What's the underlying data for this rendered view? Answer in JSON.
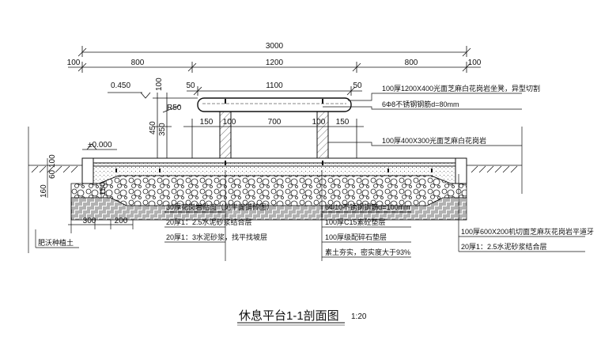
{
  "dimensions": {
    "total": "3000",
    "left_margin": "100",
    "right_margin": "100",
    "left_span": "800",
    "mid_span": "1200",
    "right_span": "800",
    "seat_width": "1100",
    "seat_overhang_left": "50",
    "seat_overhang_right": "50",
    "level_top": "0.450",
    "level_top_gap": "100",
    "radius": "R50",
    "height_450": "450",
    "height_350": "350",
    "level_zero": "±0.000",
    "leg_left": "150",
    "leg_left_inner": "100",
    "leg_gap": "700",
    "leg_right_inner": "100",
    "leg_right": "150",
    "base_left_1": "160",
    "base_left_2": "60",
    "base_left_3": "100",
    "base_left_4": "150",
    "bottom_300": "300",
    "bottom_200": "200"
  },
  "notes": {
    "seat_slab": "100厚1200X400光面芝麻白花岗岩坐凳，异型切割",
    "rebar_seat": "6Φ8不锈钢钢筋d=80mm",
    "leg_stone": "100厚400X300光面芝麻白花岗岩",
    "paving": "30厚花岗岩贴面（见平面铺砖图）",
    "mortar_left": "20厚1：2.5水泥砂浆结合层",
    "leveling": "20厚1：3水泥砂浆，找平找坡层",
    "rebar_base": "6Φ10不锈钢钢筋d=100mm",
    "concrete": "100厚C15素砼垫层",
    "gravel": "100厚级配碎石垫层",
    "soil": "素土夯实，密实度大于93%",
    "curb": "100厚600X200机切面芝麻灰花岗岩平道牙",
    "mortar_right": "20厚1：2.5水泥砂浆结合层",
    "planting_soil": "肥沃种植土"
  },
  "title": {
    "text": "休息平台1-1剖面图",
    "scale": "1:20"
  }
}
